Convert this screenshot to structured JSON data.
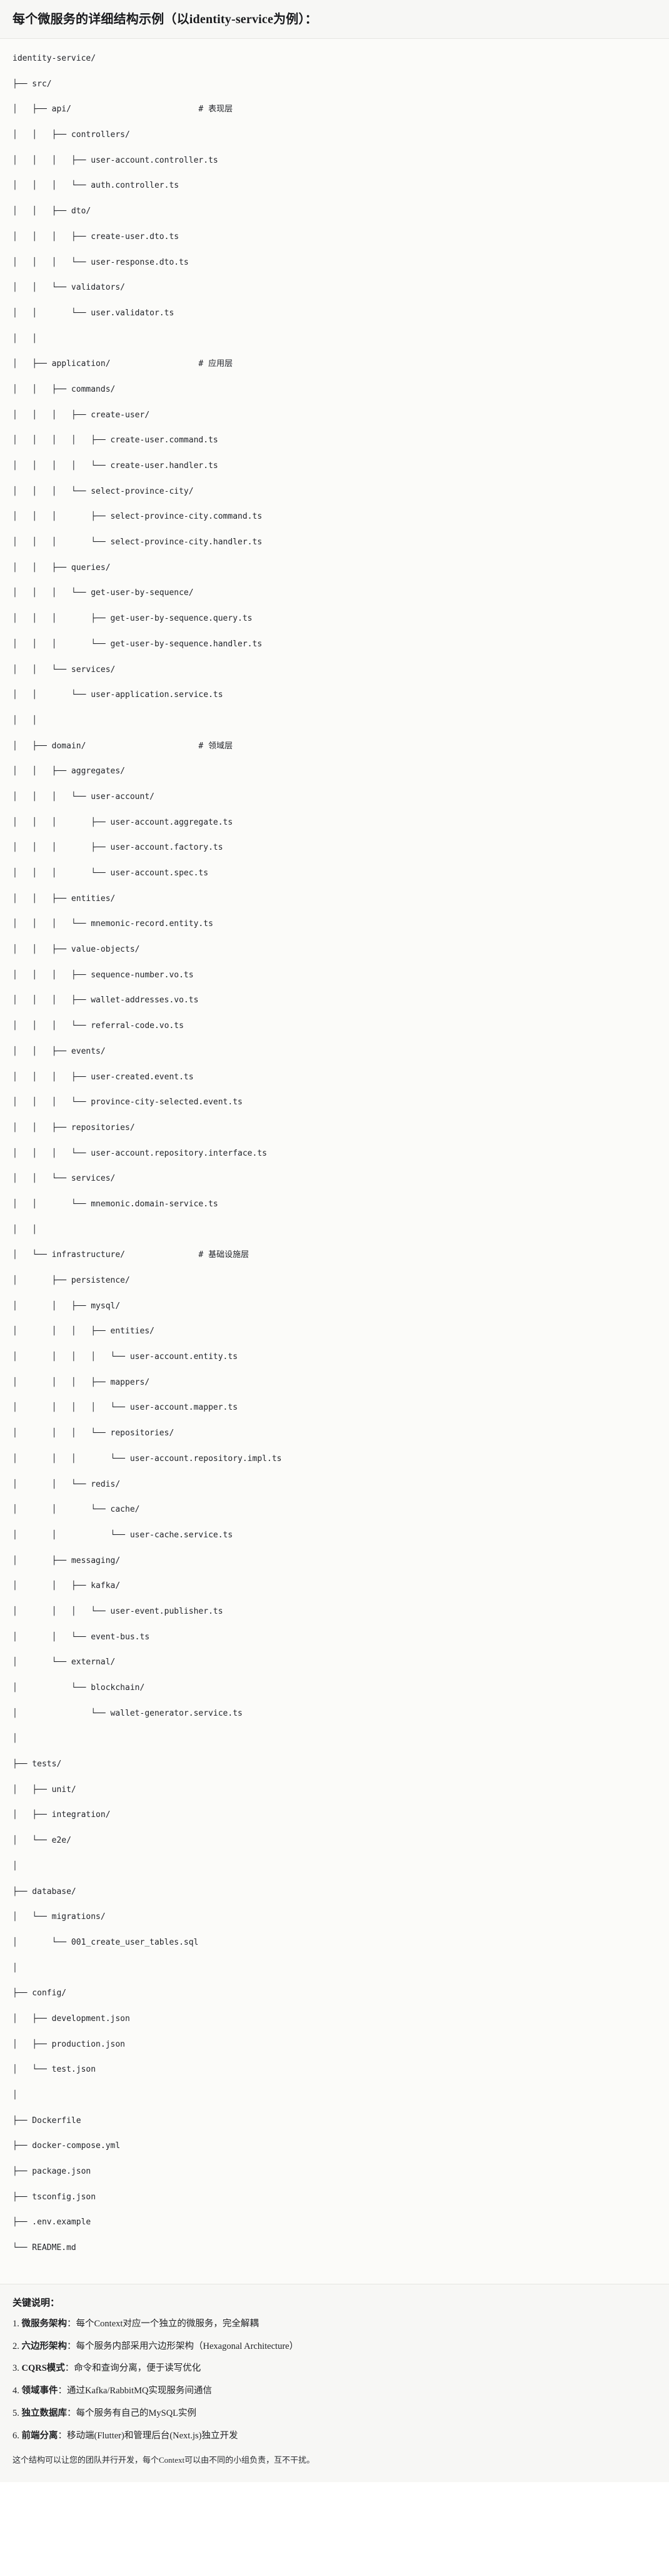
{
  "header": {
    "title": "每个微服务的详细结构示例（以identity-service为例）："
  },
  "tree": {
    "root": "identity-service/",
    "lines": [
      "identity-service/",
      "├── src/",
      "│   ├── api/                          # 表现层",
      "│   │   ├── controllers/",
      "│   │   │   ├── user-account.controller.ts",
      "│   │   │   └── auth.controller.ts",
      "│   │   ├── dto/",
      "│   │   │   ├── create-user.dto.ts",
      "│   │   │   └── user-response.dto.ts",
      "│   │   └── validators/",
      "│   │       └── user.validator.ts",
      "│   │",
      "│   ├── application/                  # 应用层",
      "│   │   ├── commands/",
      "│   │   │   ├── create-user/",
      "│   │   │   │   ├── create-user.command.ts",
      "│   │   │   │   └── create-user.handler.ts",
      "│   │   │   └── select-province-city/",
      "│   │   │       ├── select-province-city.command.ts",
      "│   │   │       └── select-province-city.handler.ts",
      "│   │   ├── queries/",
      "│   │   │   └── get-user-by-sequence/",
      "│   │   │       ├── get-user-by-sequence.query.ts",
      "│   │   │       └── get-user-by-sequence.handler.ts",
      "│   │   └── services/",
      "│   │       └── user-application.service.ts",
      "│   │",
      "│   ├── domain/                       # 领域层",
      "│   │   ├── aggregates/",
      "│   │   │   └── user-account/",
      "│   │   │       ├── user-account.aggregate.ts",
      "│   │   │       ├── user-account.factory.ts",
      "│   │   │       └── user-account.spec.ts",
      "│   │   ├── entities/",
      "│   │   │   └── mnemonic-record.entity.ts",
      "│   │   ├── value-objects/",
      "│   │   │   ├── sequence-number.vo.ts",
      "│   │   │   ├── wallet-addresses.vo.ts",
      "│   │   │   └── referral-code.vo.ts",
      "│   │   ├── events/",
      "│   │   │   ├── user-created.event.ts",
      "│   │   │   └── province-city-selected.event.ts",
      "│   │   ├── repositories/",
      "│   │   │   └── user-account.repository.interface.ts",
      "│   │   └── services/",
      "│   │       └── mnemonic.domain-service.ts",
      "│   │",
      "│   └── infrastructure/               # 基础设施层",
      "│       ├── persistence/",
      "│       │   ├── mysql/",
      "│       │   │   ├── entities/",
      "│       │   │   │   └── user-account.entity.ts",
      "│       │   │   ├── mappers/",
      "│       │   │   │   └── user-account.mapper.ts",
      "│       │   │   └── repositories/",
      "│       │   │       └── user-account.repository.impl.ts",
      "│       │   └── redis/",
      "│       │       └── cache/",
      "│       │           └── user-cache.service.ts",
      "│       ├── messaging/",
      "│       │   ├── kafka/",
      "│       │   │   └── user-event.publisher.ts",
      "│       │   └── event-bus.ts",
      "│       └── external/",
      "│           └── blockchain/",
      "│               └── wallet-generator.service.ts",
      "│",
      "├── tests/",
      "│   ├── unit/",
      "│   ├── integration/",
      "│   └── e2e/",
      "│",
      "├── database/",
      "│   └── migrations/",
      "│       └── 001_create_user_tables.sql",
      "│",
      "├── config/",
      "│   ├── development.json",
      "│   ├── production.json",
      "│   └── test.json",
      "│",
      "├── Dockerfile",
      "├── docker-compose.yml",
      "├── package.json",
      "├── tsconfig.json",
      "├── .env.example",
      "└── README.md"
    ]
  },
  "keys": {
    "heading": "关键说明：",
    "items": [
      {
        "num": "1.",
        "term": "微服务架构",
        "desc": "：每个Context对应一个独立的微服务，完全解耦"
      },
      {
        "num": "2.",
        "term": "六边形架构",
        "desc": "：每个服务内部采用六边形架构（Hexagonal Architecture）"
      },
      {
        "num": "3.",
        "term": "CQRS模式",
        "desc": "：命令和查询分离，便于读写优化"
      },
      {
        "num": "4.",
        "term": "领域事件",
        "desc": "：通过Kafka/RabbitMQ实现服务间通信"
      },
      {
        "num": "5.",
        "term": "独立数据库",
        "desc": "：每个服务有自己的MySQL实例"
      },
      {
        "num": "6.",
        "term": "前端分离",
        "desc": "：移动端(Flutter)和管理后台(Next.js)独立开发"
      }
    ],
    "footer": "这个结构可以让您的团队并行开发，每个Context可以由不同的小组负责，互不干扰。"
  },
  "colors": {
    "header_bg": "#f7f7f5",
    "code_bg": "#fbfbf9",
    "text": "#1f2023",
    "border": "#e6e6e2"
  }
}
